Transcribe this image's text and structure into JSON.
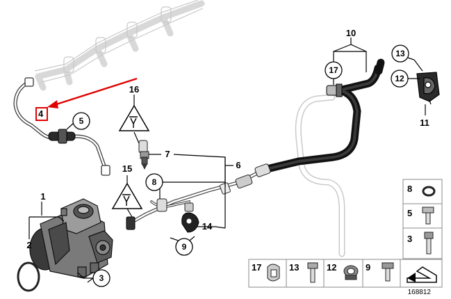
{
  "diagram": {
    "callouts": {
      "c1": "1",
      "c2": "2",
      "c3": "3",
      "c4": "4",
      "c5": "5",
      "c6": "6",
      "c7": "7",
      "c8": "8",
      "c9": "9",
      "c10": "10",
      "c11": "11",
      "c12": "12",
      "c13": "13",
      "c14": "14",
      "c15": "15",
      "c16": "16",
      "c17": "17"
    },
    "legend": {
      "right": [
        "8",
        "5",
        "3"
      ],
      "bottom": [
        "17",
        "13",
        "12",
        "9"
      ]
    },
    "diagram_number": "168812",
    "colors": {
      "highlight": "#e00000",
      "hose": "#1a1a1a",
      "ghost": "#e4e4e4"
    }
  }
}
